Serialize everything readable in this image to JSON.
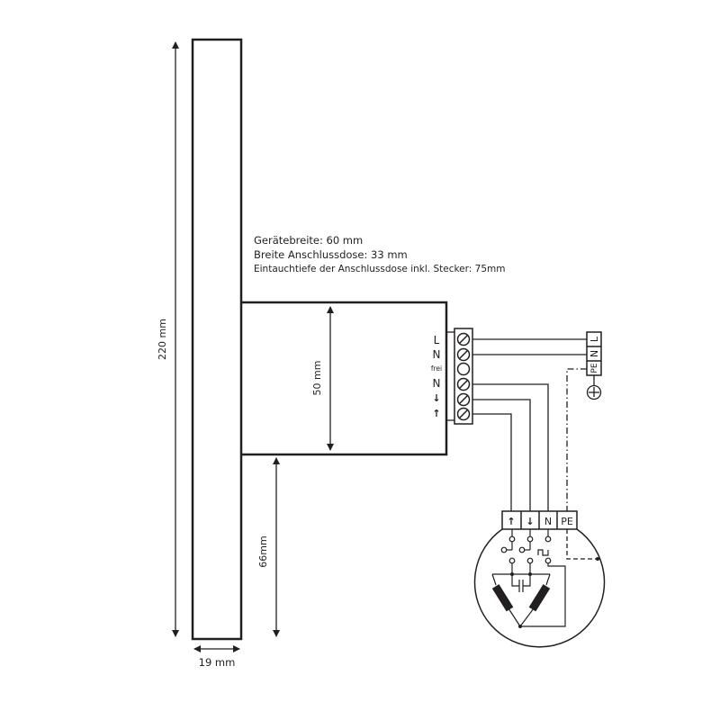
{
  "notes": {
    "device_width": "Gerätebreite: 60 mm",
    "junction_box_width": "Breite Anschlussdose: 33 mm",
    "insertion_depth": "Eintauchtiefe der Anschlussdose inkl. Stecker: 75mm"
  },
  "dimensions": {
    "total_height": "220 mm",
    "depth": "19 mm",
    "box_height": "50 mm",
    "bottom_offset": "66mm"
  },
  "terminal_block": {
    "labels": [
      "L",
      "N",
      "frei",
      "N",
      "↓",
      "↑"
    ]
  },
  "mains_connector": {
    "labels": [
      "L",
      "N",
      "PE"
    ]
  },
  "motor_connector": {
    "labels": [
      "↑",
      "↓",
      "N",
      "PE"
    ]
  },
  "colors": {
    "line": "#231f20",
    "background": "#ffffff"
  }
}
